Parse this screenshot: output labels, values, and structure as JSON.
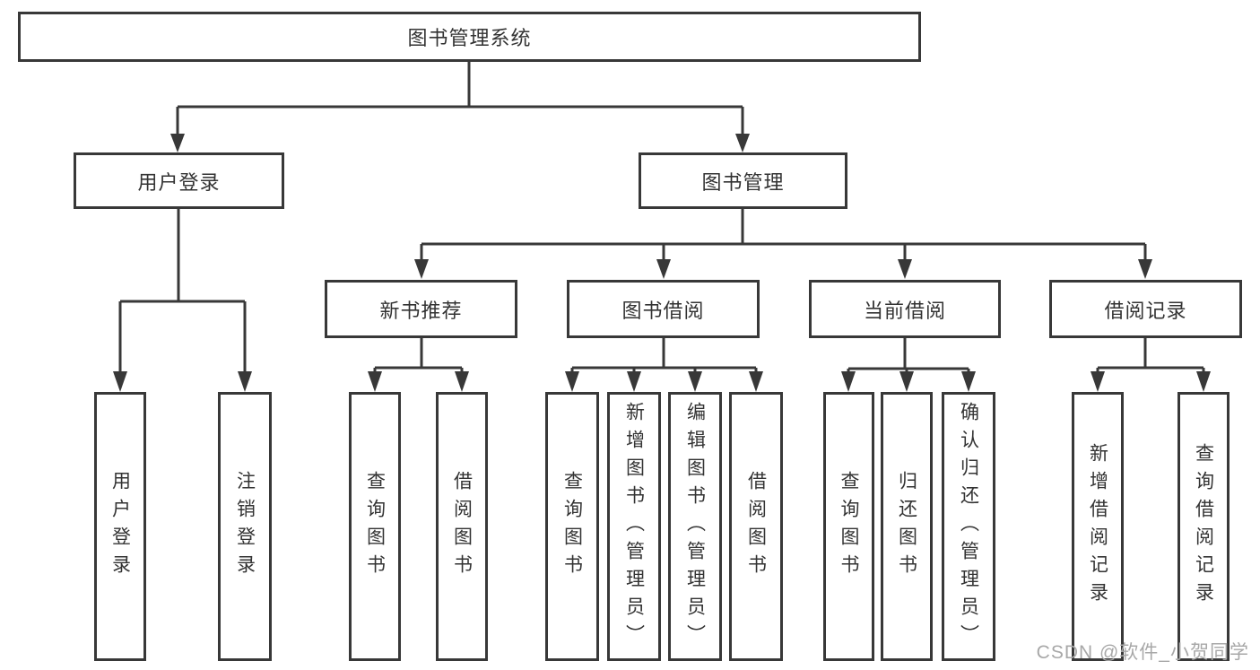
{
  "page": {
    "background": "#ffffff"
  },
  "colors": {
    "line": "#383838",
    "node_border": "#383838",
    "node_text": "#333333",
    "watermark_text": "#a8a8a8"
  },
  "tree": {
    "root": {
      "label": "图书管理系统"
    },
    "branches": [
      {
        "label": "用户登录",
        "children": [
          {
            "label": "用户登录"
          },
          {
            "label": "注销登录"
          }
        ]
      },
      {
        "label": "图书管理",
        "sections": [
          {
            "label": "新书推荐",
            "children": [
              {
                "label": "查询图书"
              },
              {
                "label": "借阅图书"
              }
            ]
          },
          {
            "label": "图书借阅",
            "children": [
              {
                "label": "查询图书"
              },
              {
                "label": "新增图书（管理员）"
              },
              {
                "label": "编辑图书（管理员）"
              },
              {
                "label": "借阅图书"
              }
            ]
          },
          {
            "label": "当前借阅",
            "children": [
              {
                "label": "查询图书"
              },
              {
                "label": "归还图书"
              },
              {
                "label": "确认归还（管理员）"
              }
            ]
          },
          {
            "label": "借阅记录",
            "children": [
              {
                "label": "新增借阅记录"
              },
              {
                "label": "查询借阅记录"
              }
            ]
          }
        ]
      }
    ]
  },
  "watermark": {
    "text": "CSDN @软件_小贺同学"
  }
}
